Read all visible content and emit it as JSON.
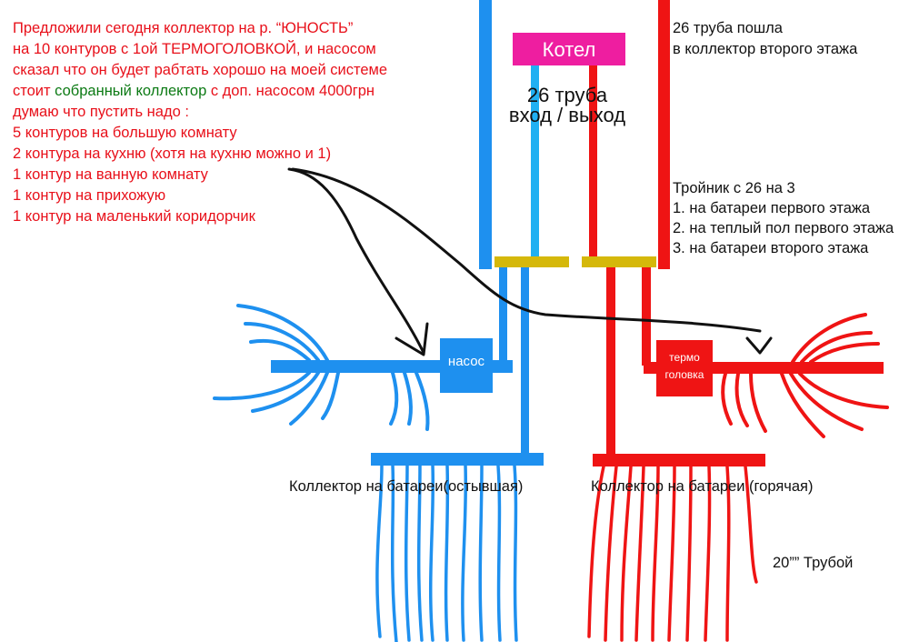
{
  "note_lines_1": [
    "Предложили сегодня коллектор на  р. “ЮНОСТЬ”",
    "на 10 контуров с 1ой ТЕРМОГОЛОВКОЙ, и насосом",
    "сказал что он будет рабтать хорошо на моей системе"
  ],
  "note_line_4": {
    "before": "стоит ",
    "highlight": "собранный коллектор",
    "after": " с доп. насосом 4000грн"
  },
  "note_lines_2": [
    "думаю что пустить надо :",
    "5 контуров на большую комнату",
    "2 контура на кухню (хотя на кухню можно и 1)",
    "1 контур на ванную комнату",
    "1 контур на прихожую",
    "1 контур на маленький коридорчик"
  ],
  "boiler": "Котел",
  "pipe_note": [
    "26 труба",
    "вход / выход"
  ],
  "second_floor_note": [
    "26 труба пошла",
    "в коллектор второго этажа"
  ],
  "tee_note": [
    "Тройник с 26 на 3",
    "1. на батареи первого этажа",
    "2. на теплый пол первого этажа",
    "3. на батареи второго этажа"
  ],
  "pump": "насос",
  "thermo_head": [
    "термо",
    "головка"
  ],
  "cold_collector": "Коллектор на батареи(остывшая)",
  "hot_collector": "Коллектор на батареи (горячая)",
  "pipe_size_note": "20”” Трубой",
  "colors": {
    "cold": "#1e90ef",
    "hot": "#ef1414",
    "tee": "#d5b80a",
    "boiler": "#ee1ea0",
    "text_red": "#e8101a",
    "text_green": "#0c7a14"
  }
}
